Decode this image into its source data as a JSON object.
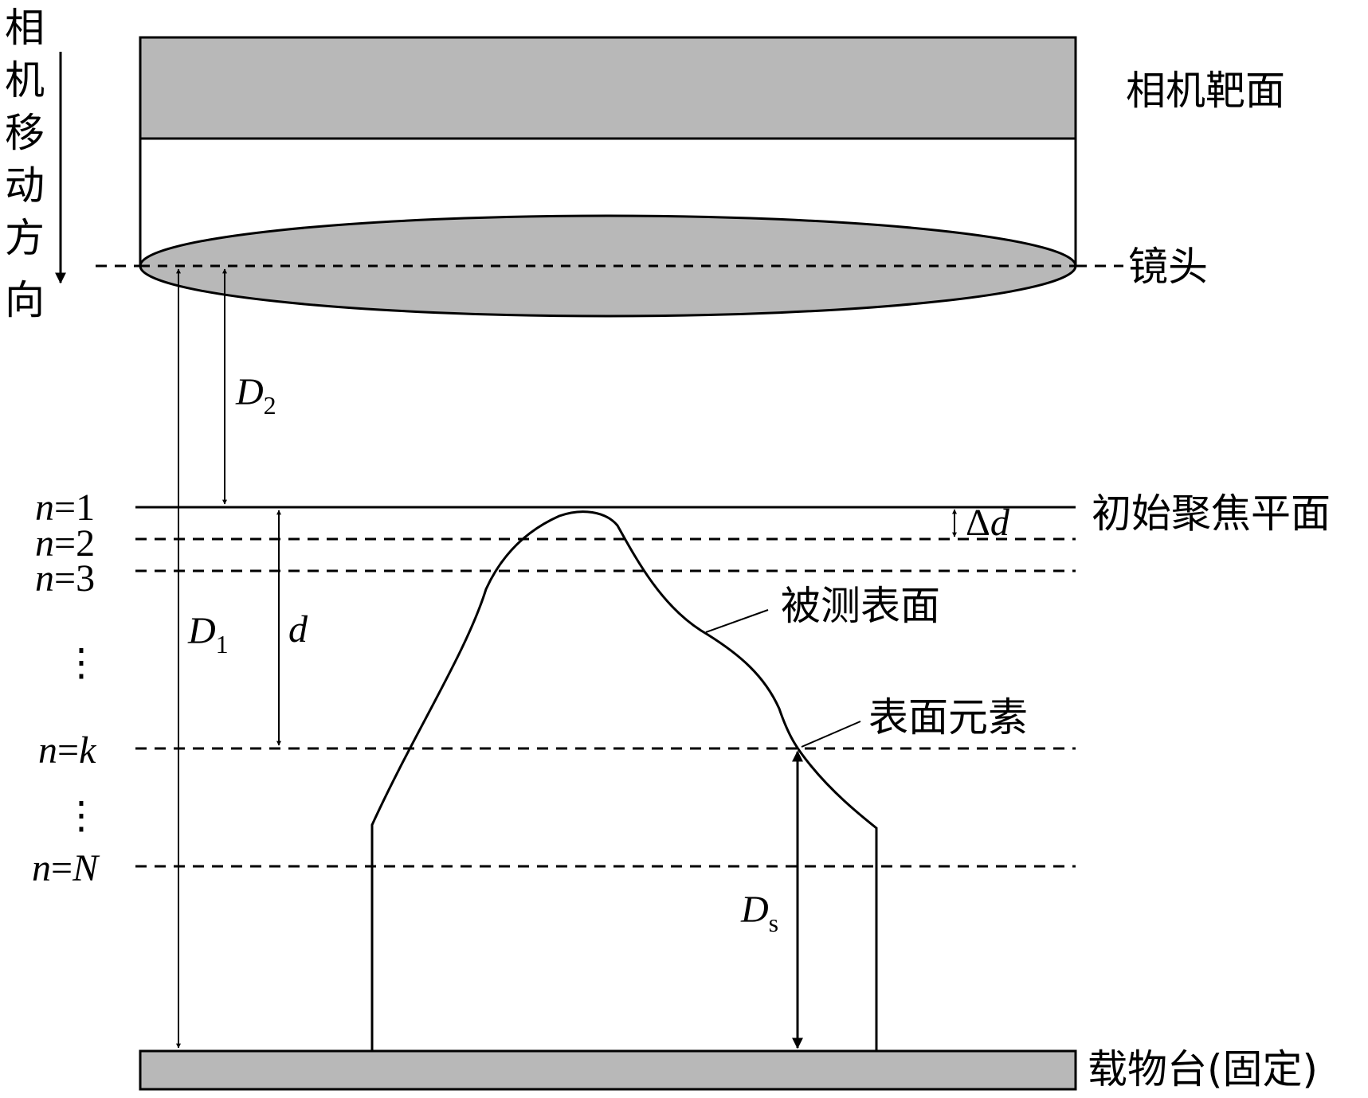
{
  "camera_direction": {
    "chars": [
      "相",
      "机",
      "移",
      "动",
      "方",
      "向"
    ]
  },
  "labels": {
    "camera_target": "相机靶面",
    "lens": "镜头",
    "initial_focal_plane": "初始聚焦平面",
    "measured_surface": "被测表面",
    "surface_element": "表面元素",
    "stage": "载物台(固定)",
    "delta_d_symbol": "Δ",
    "delta_d_var": "d",
    "d_var": "d",
    "D1_main": "D",
    "D1_sub": "1",
    "D2_main": "D",
    "D2_sub": "2",
    "Ds_main": "D",
    "Ds_sub": "s",
    "dots": "⋮"
  },
  "levels": [
    {
      "var": "n",
      "eq": "=",
      "val": "1",
      "val_italic": false
    },
    {
      "var": "n",
      "eq": "=",
      "val": "2",
      "val_italic": false
    },
    {
      "var": "n",
      "eq": "=",
      "val": "3",
      "val_italic": false
    },
    {
      "var": "n",
      "eq": "=",
      "val": "k",
      "val_italic": true
    },
    {
      "var": "n",
      "eq": "=",
      "val": "N",
      "val_italic": true
    }
  ],
  "colors": {
    "gray_fill": "#b8b8b8",
    "line": "#000000"
  }
}
